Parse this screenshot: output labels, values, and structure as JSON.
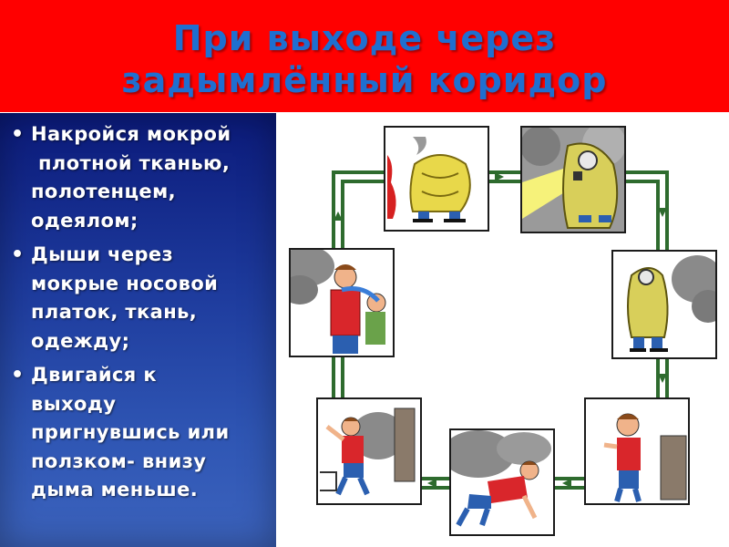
{
  "title": {
    "line1": "При выходе через",
    "line2": "задымлённый коридор"
  },
  "bullets": [
    {
      "lines": [
        "Накройся мокрой",
        "плотной тканью,",
        "полотенцем,",
        "одеялом;"
      ]
    },
    {
      "lines": [
        "Дыши через",
        "мокрые носовой",
        "платок, ткань,",
        "одежду;"
      ]
    },
    {
      "lines": [
        "Двигайся к",
        "выходу",
        "пригнувшись или",
        "ползком- внизу",
        "дыма меньше."
      ]
    }
  ],
  "colors": {
    "title_bg": "#ff0000",
    "title_text": "#1f6fd0",
    "panel_bg": "#1d3a9c",
    "frame": "#2e6b2e",
    "smoke": "#8a8a8a",
    "shirt": "#d9262b",
    "blanket": "#e8d84a"
  },
  "icons": {
    "bullet": "•"
  },
  "illustrations": [
    "blanket-approaching-fire",
    "blanket-with-flashlight",
    "man-helping-child-mask",
    "blanket-walking-smoke",
    "man-crouching-at-door",
    "man-crawling-under-smoke",
    "man-feeling-wall"
  ]
}
